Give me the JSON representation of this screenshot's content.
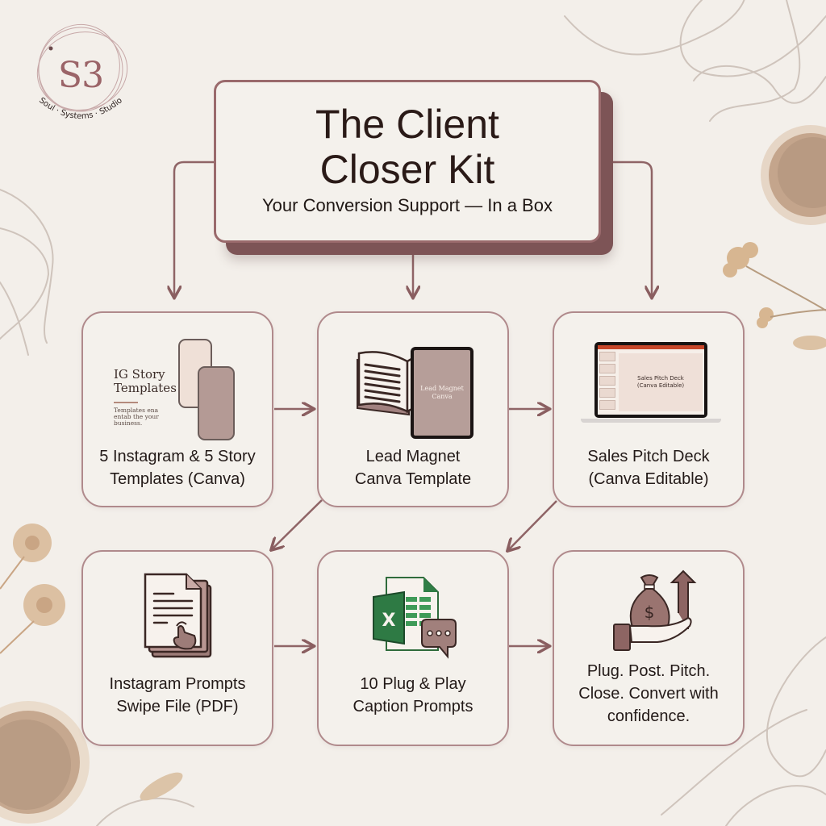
{
  "brand": {
    "mark": "S3",
    "name": "Soul · Systems · Studio",
    "accent_color": "#9a6a6c",
    "shadow_color": "#7d5456",
    "background_color": "#f3efea"
  },
  "header": {
    "title_line1": "The Client",
    "title_line2": "Closer Kit",
    "subtitle": "Your Conversion Support — In a Box"
  },
  "cards": [
    {
      "label_line1": "5 Instagram & 5 Story",
      "label_line2": "Templates (Canva)",
      "icon": "phone-templates-icon",
      "preview_title_line1": "IG Story",
      "preview_title_line2": "Templates",
      "preview_caption": "Templates ena entab the your business."
    },
    {
      "label_line1": "Lead Magnet",
      "label_line2": "Canva Template",
      "icon": "book-tablet-icon",
      "preview_title_line1": "Lead Magnet",
      "preview_title_line2": "Canva"
    },
    {
      "label_line1": "Sales Pitch Deck",
      "label_line2": "(Canva Editable)",
      "icon": "laptop-slides-icon",
      "preview_title_line1": "Sales Pitch Deck",
      "preview_title_line2": "(Canva Editable)"
    },
    {
      "label_line1": "Instagram Prompts",
      "label_line2": "Swipe File (PDF)",
      "icon": "document-tap-icon"
    },
    {
      "label_line1": "10 Plug & Play",
      "label_line2": "Caption Prompts",
      "icon": "spreadsheet-chat-icon",
      "icon_letter": "X"
    },
    {
      "label_line1": "Plug. Post. Pitch.",
      "label_line2": "Close. Convert with",
      "label_line3": "confidence.",
      "icon": "money-hand-growth-icon",
      "icon_symbol": "$"
    }
  ],
  "flow": [
    {
      "from": "header",
      "to": "cards.0"
    },
    {
      "from": "header",
      "to": "cards.1"
    },
    {
      "from": "header",
      "to": "cards.2"
    },
    {
      "from": "cards.0",
      "to": "cards.1"
    },
    {
      "from": "cards.1",
      "to": "cards.2"
    },
    {
      "from": "cards.1",
      "to": "cards.3"
    },
    {
      "from": "cards.2",
      "to": "cards.4"
    },
    {
      "from": "cards.3",
      "to": "cards.4"
    },
    {
      "from": "cards.4",
      "to": "cards.5"
    }
  ]
}
